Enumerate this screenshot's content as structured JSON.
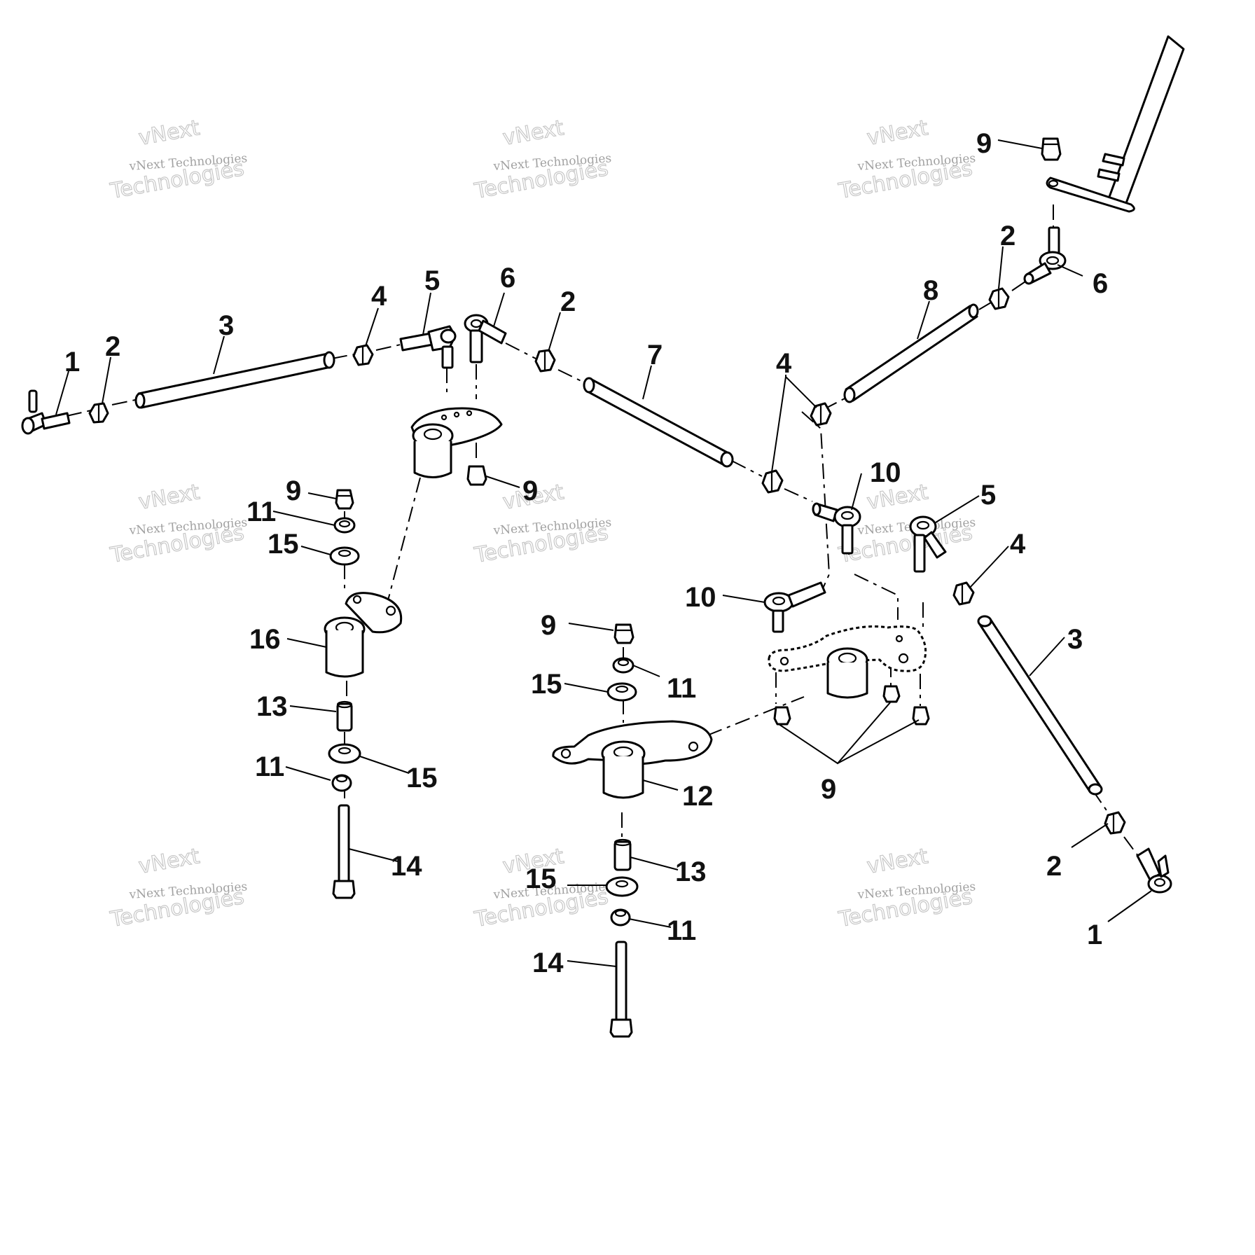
{
  "watermark": {
    "line1": "vNext",
    "line2": "vNext Technologies",
    "line3": "Technologies"
  },
  "callouts": [
    {
      "id": "c1a",
      "text": "1"
    },
    {
      "id": "c2a",
      "text": "2"
    },
    {
      "id": "c3a",
      "text": "3"
    },
    {
      "id": "c4a",
      "text": "4"
    },
    {
      "id": "c5a",
      "text": "5"
    },
    {
      "id": "c6a",
      "text": "6"
    },
    {
      "id": "c2b",
      "text": "2"
    },
    {
      "id": "c7",
      "text": "7"
    },
    {
      "id": "c4b",
      "text": "4"
    },
    {
      "id": "c8",
      "text": "8"
    },
    {
      "id": "c2c",
      "text": "2"
    },
    {
      "id": "c9a",
      "text": "9"
    },
    {
      "id": "c6b",
      "text": "6"
    },
    {
      "id": "c9b",
      "text": "9"
    },
    {
      "id": "c9c",
      "text": "9"
    },
    {
      "id": "c11a",
      "text": "11"
    },
    {
      "id": "c15a",
      "text": "15"
    },
    {
      "id": "c10a",
      "text": "10"
    },
    {
      "id": "c5b",
      "text": "5"
    },
    {
      "id": "c4c",
      "text": "4"
    },
    {
      "id": "c10b",
      "text": "10"
    },
    {
      "id": "c3b",
      "text": "3"
    },
    {
      "id": "c16",
      "text": "16"
    },
    {
      "id": "c9d",
      "text": "9"
    },
    {
      "id": "c15b",
      "text": "15"
    },
    {
      "id": "c11b",
      "text": "11"
    },
    {
      "id": "c13a",
      "text": "13"
    },
    {
      "id": "c11c",
      "text": "11"
    },
    {
      "id": "c15c",
      "text": "15"
    },
    {
      "id": "c12",
      "text": "12"
    },
    {
      "id": "c9e",
      "text": "9"
    },
    {
      "id": "c14a",
      "text": "14"
    },
    {
      "id": "c13b",
      "text": "13"
    },
    {
      "id": "c15d",
      "text": "15"
    },
    {
      "id": "c11d",
      "text": "11"
    },
    {
      "id": "c14b",
      "text": "14"
    },
    {
      "id": "c2d",
      "text": "2"
    },
    {
      "id": "c1b",
      "text": "1"
    }
  ]
}
